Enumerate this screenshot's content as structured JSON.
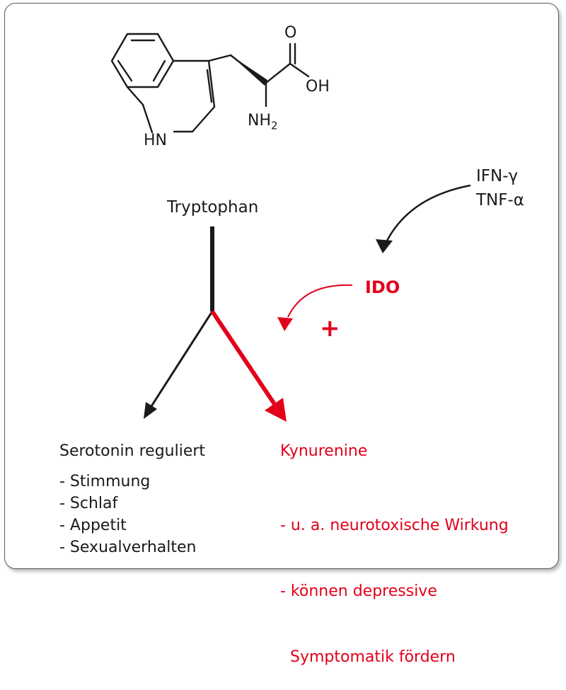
{
  "molecule": {
    "o_label": "O",
    "oh_label": "OH",
    "nh2_label": "NH",
    "nh2_sub": "2",
    "hn_label": "HN"
  },
  "pathway": {
    "substrate": "Tryptophan",
    "cytokine_1": "IFN-γ",
    "cytokine_2": "TNF-α",
    "enzyme": "IDO",
    "activation": "+"
  },
  "serotonin": {
    "heading": "Serotonin reguliert",
    "items": [
      "- Stimmung",
      "- Schlaf",
      "- Appetit",
      "- Sexualverhalten"
    ]
  },
  "kynurenine": {
    "heading": "Kynurenine",
    "items": [
      "- u. a. neurotoxische Wirkung",
      "- können depressive",
      "  Symptomatik fördern"
    ]
  },
  "colors": {
    "red": "#e2001a",
    "black": "#1a1a1a"
  }
}
